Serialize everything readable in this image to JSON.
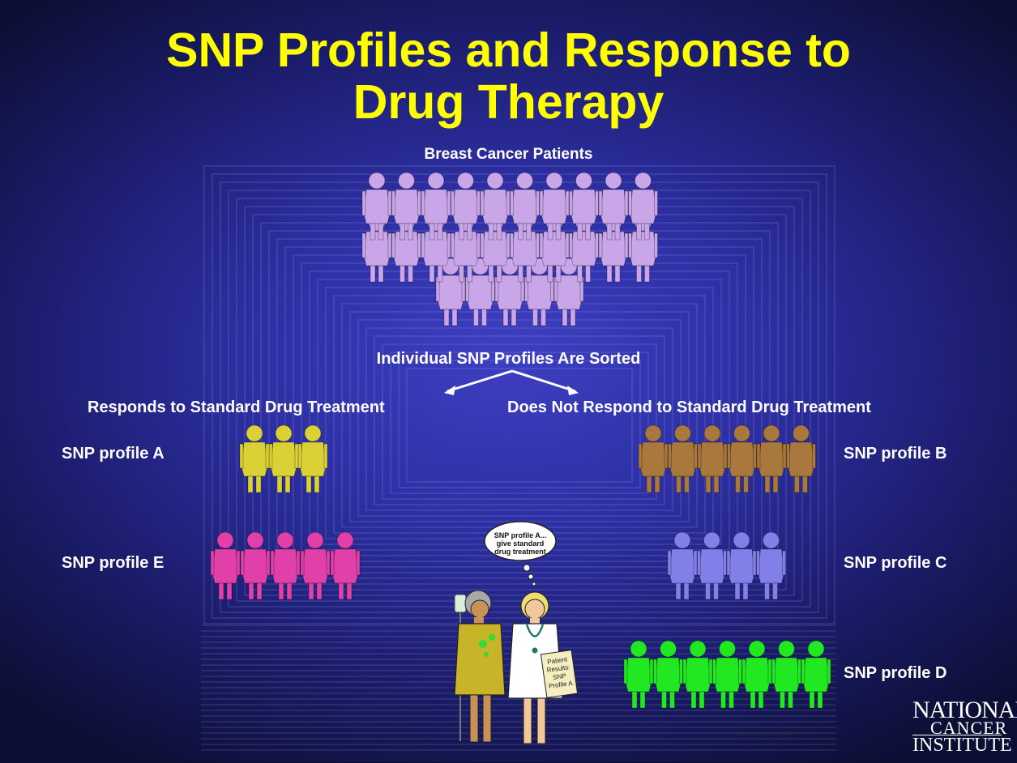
{
  "title": {
    "line1": "SNP Profiles and Response to",
    "line2": "Drug Therapy"
  },
  "labels": {
    "patients": "Breast Cancer Patients",
    "sorted": "Individual SNP Profiles Are Sorted",
    "responds": "Responds to Standard Drug Treatment",
    "not_responds": "Does Not Respond to Standard Drug Treatment",
    "profile_a": "SNP profile A",
    "profile_b": "SNP profile B",
    "profile_c": "SNP profile C",
    "profile_d": "SNP profile D",
    "profile_e": "SNP profile E"
  },
  "thought_bubble": {
    "line1": "SNP profile A...",
    "line2": "give standard",
    "line3": "drug treatment"
  },
  "clipboard": {
    "line1": "Patient",
    "line2": "Results:",
    "line3": "SNP",
    "line4": "Profile A"
  },
  "credit": "Artwork by Jeanne Kelly © 2002",
  "logo": {
    "line1": "NATIONAL",
    "line2": "CANCER",
    "line3": "INSTITUTE"
  },
  "groups": [
    {
      "name": "patients",
      "count": 25,
      "color": "#c9a6e8"
    },
    {
      "name": "profile-a",
      "count": 3,
      "color": "#d9d135"
    },
    {
      "name": "profile-b",
      "count": 6,
      "color": "#a8783c"
    },
    {
      "name": "profile-c",
      "count": 4,
      "color": "#8080e8"
    },
    {
      "name": "profile-d",
      "count": 7,
      "color": "#22e822"
    },
    {
      "name": "profile-e",
      "count": 5,
      "color": "#e040a8"
    }
  ]
}
